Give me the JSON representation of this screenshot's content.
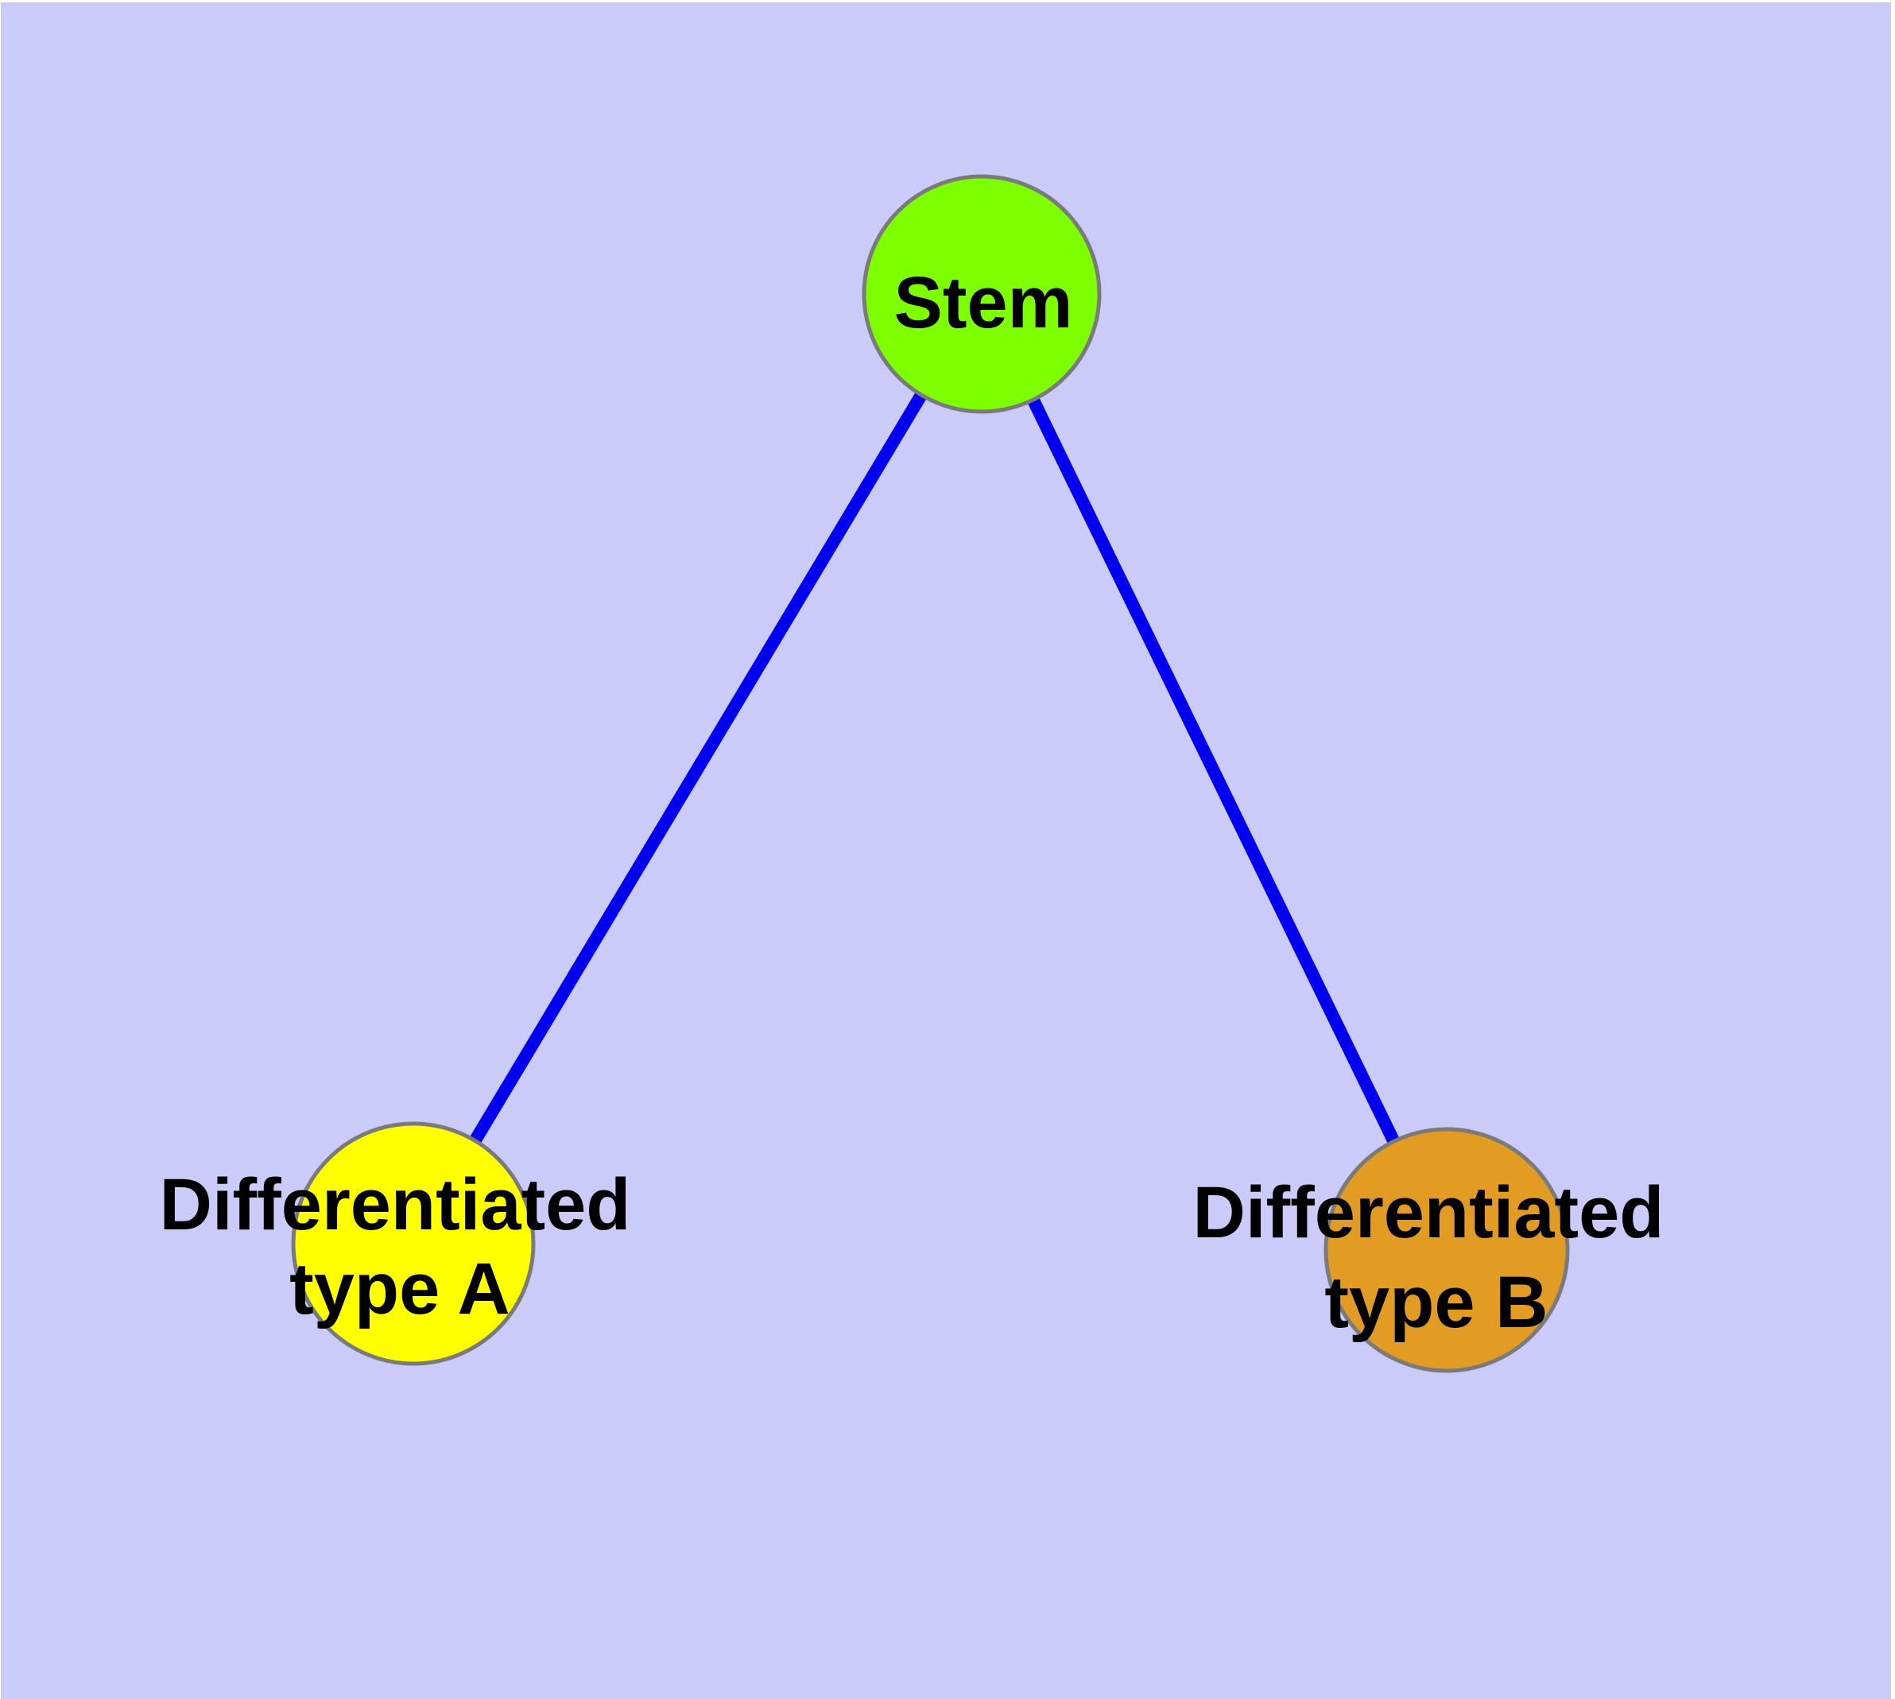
{
  "diagram": {
    "type": "node-link-graph",
    "background_color": "#CBCBF9",
    "margin_color": "#FFFFFF",
    "edge_color": "#0000EE",
    "node_border_color": "#7A7A7A",
    "label_color": "#000000",
    "nodes": {
      "stem": {
        "label": "Stem",
        "fill": "#7DFF00"
      },
      "type_a": {
        "label_line1": "Differentiated",
        "label_line2": "type A",
        "label_full": "Differentiated type A",
        "fill": "#FFFF00"
      },
      "type_b": {
        "label_line1": "Differentiated",
        "label_line2": "type B",
        "label_full": "Differentiated type B",
        "fill": "#E29C24"
      }
    },
    "edges": {
      "stem_to_type_a": {
        "from": "Stem",
        "to": "Differentiated type A"
      },
      "stem_to_type_b": {
        "from": "Stem",
        "to": "Differentiated type B"
      }
    }
  }
}
